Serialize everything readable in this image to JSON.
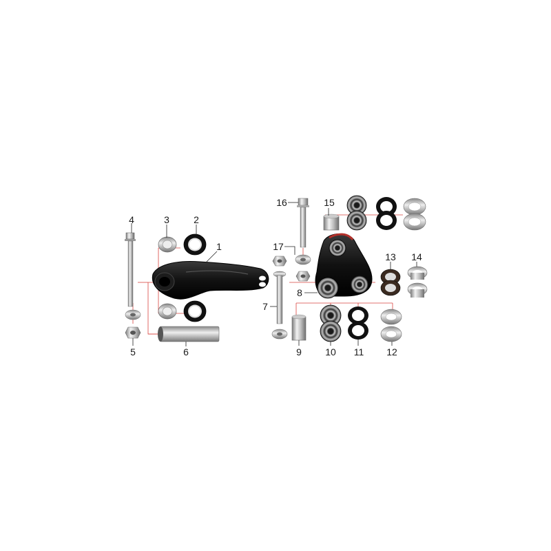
{
  "diagram": {
    "callouts": {
      "n1": "1",
      "n2": "2",
      "n3": "3",
      "n4": "4",
      "n5": "5",
      "n6": "6",
      "n7": "7",
      "n8": "8",
      "n9": "9",
      "n10": "10",
      "n11": "11",
      "n12": "12",
      "n13": "13",
      "n14": "14",
      "n15": "15",
      "n16": "16",
      "n17": "17"
    }
  }
}
